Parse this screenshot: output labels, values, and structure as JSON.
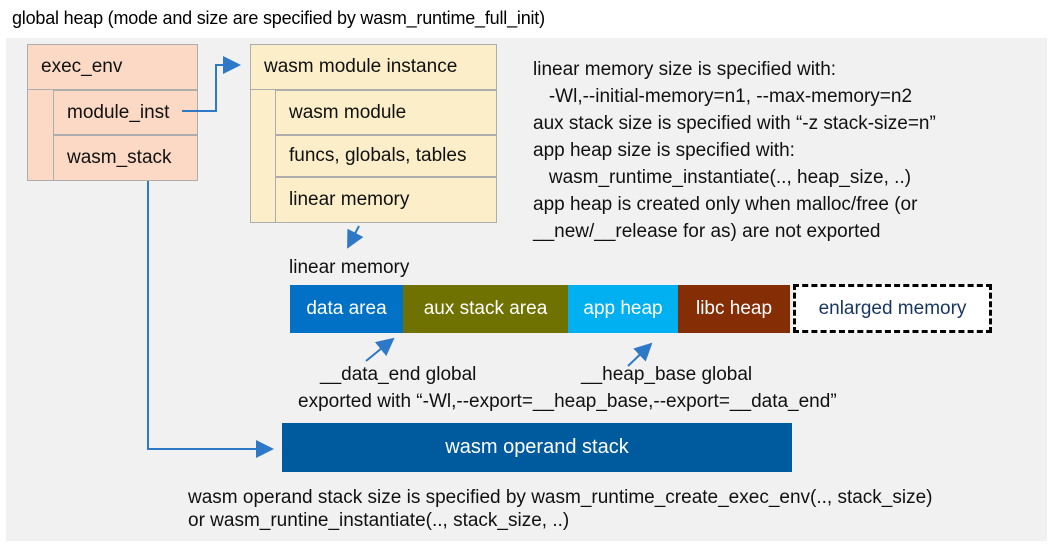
{
  "title": "global heap (mode and size are specified by wasm_runtime_full_init)",
  "exec_env_box": {
    "header": "exec_env",
    "rows": [
      "module_inst",
      "wasm_stack"
    ]
  },
  "module_instance_box": {
    "header": "wasm module instance",
    "rows": [
      "wasm module",
      "funcs, globals, tables",
      "linear memory"
    ]
  },
  "info_block": {
    "lines": [
      "linear memory size is specified with:",
      "   -Wl,--initial-memory=n1, --max-memory=n2",
      "aux stack size is specified with “-z stack-size=n”",
      "app heap size is specified with:",
      "   wasm_runtime_instantiate(.., heap_size, ..)",
      "app heap is created only when malloc/free (or",
      "__new/__release for as) are not exported"
    ]
  },
  "linear_memory": {
    "label": "linear memory",
    "segments": [
      {
        "label": "data area",
        "color": "#0071C5"
      },
      {
        "label": "aux stack area",
        "color": "#6F7100"
      },
      {
        "label": "app heap",
        "color": "#00B0F0"
      },
      {
        "label": "libc heap",
        "color": "#852D05"
      },
      {
        "label": "enlarged memory",
        "color": "#FFFFFF",
        "text_color": "#17365D",
        "border": "dashed"
      }
    ],
    "annotations": {
      "data_end": "__data_end global",
      "heap_base": "__heap_base global",
      "exported": "exported with “-Wl,--export=__heap_base,--export=__data_end”"
    }
  },
  "operand_stack": {
    "label": "wasm operand stack",
    "color": "#005A9E",
    "notes": [
      "wasm operand stack size is specified by wasm_runtime_create_exec_env(.., stack_size)",
      "or wasm_runtine_instantiate(.., stack_size, ..)"
    ]
  },
  "colors": {
    "panel_bg": "#F1F1F2",
    "box_pink": "#FBD9C5",
    "box_cream": "#FBEEC8",
    "box_border": "#ADADAD",
    "arrow": "#2E78C8"
  }
}
